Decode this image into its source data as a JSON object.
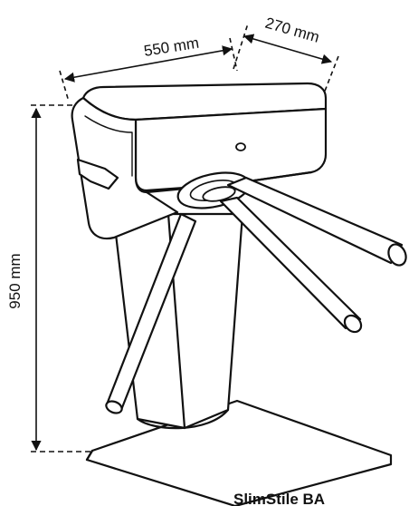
{
  "dimensions": {
    "width_label": "550 mm",
    "depth_label": "270 mm",
    "height_label": "950 mm"
  },
  "product": {
    "name": "SlimStile BA"
  },
  "colors": {
    "line": "#111111",
    "fill": "#ffffff"
  }
}
